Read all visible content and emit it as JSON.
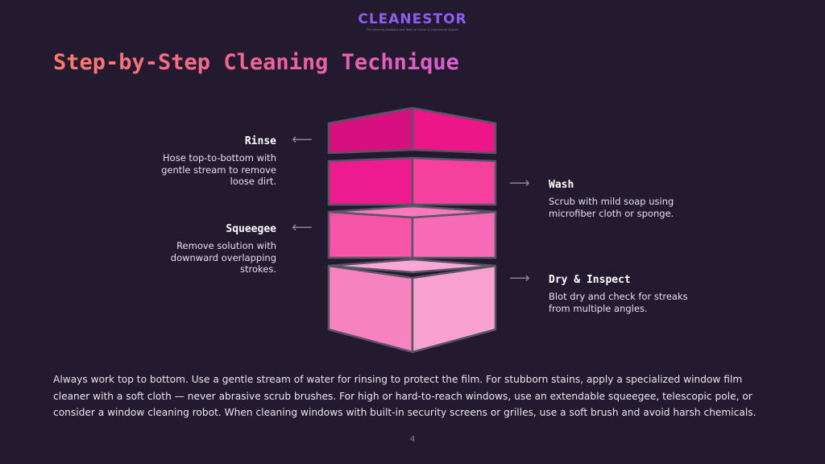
{
  "brand": {
    "name": "CLEANESTOR",
    "tagline": "Pro Cleaning Solutions and Tools for Home & Commercial Spaces"
  },
  "slide": {
    "title": "Step-by-Step Cleaning Technique",
    "page_number": "4"
  },
  "steps": [
    {
      "id": "rinse",
      "title": "Rinse",
      "description": "Hose top-to-bottom with gentle stream to remove loose dirt.",
      "side": "left",
      "arrow": "⟵"
    },
    {
      "id": "wash",
      "title": "Wash",
      "description": "Scrub with mild soap using microfiber cloth or sponge.",
      "side": "right",
      "arrow": "⟶"
    },
    {
      "id": "squeegee",
      "title": "Squeegee",
      "description": "Remove solution with downward overlapping strokes.",
      "side": "left",
      "arrow": "⟵"
    },
    {
      "id": "dry",
      "title": "Dry & Inspect",
      "description": "Blot dry and check for streaks from multiple angles.",
      "side": "right",
      "arrow": "⟶"
    }
  ],
  "body": "Always work top to bottom. Use a gentle stream of water for rinsing to protect the film. For stubborn stains, apply a specialized window film cleaner with a soft cloth — never abrasive scrub brushes. For high or hard-to-reach windows, use an extendable squeegee, telescopic pole, or consider a window cleaning robot. When cleaning windows with built-in security screens or grilles, use a soft brush and avoid harsh chemicals.",
  "colors": {
    "background": "#231a2f",
    "layer1_left": "#d6107e",
    "layer1_right": "#ec1689",
    "layer2_left": "#ee1a8f",
    "layer2_right": "#f5409e",
    "layer3_left": "#f554a7",
    "layer3_right": "#f86cb5",
    "layer4_left": "#f782c0",
    "layer4_right": "#f9a2d0",
    "outline": "#5a5566"
  }
}
